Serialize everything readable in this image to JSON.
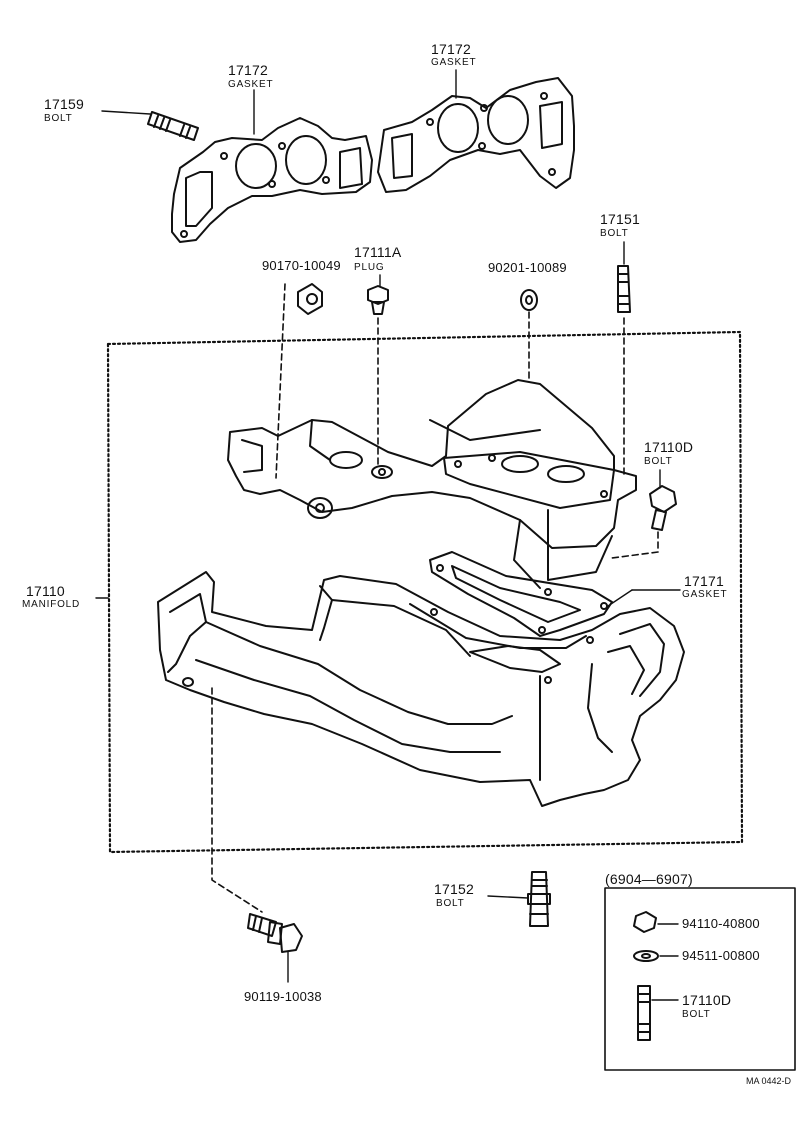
{
  "callouts": {
    "bolt_17159": {
      "number": "17159",
      "name": "BOLT"
    },
    "gasket_17172_left": {
      "number": "17172",
      "name": "GASKET"
    },
    "gasket_17172_right": {
      "number": "17172",
      "name": "GASKET"
    },
    "bolt_17151": {
      "number": "17151",
      "name": "BOLT"
    },
    "nut_90170": {
      "number": "90170-10049"
    },
    "plug_17111a": {
      "number": "17111A",
      "name": "PLUG"
    },
    "washer_90201": {
      "number": "90201-10089"
    },
    "bolt_17110d": {
      "number": "17110D",
      "name": "BOLT"
    },
    "manifold_17110": {
      "number": "17110",
      "name": "MANIFOLD"
    },
    "gasket_17171": {
      "number": "17171",
      "name": "GASKET"
    },
    "bolt_17152": {
      "number": "17152",
      "name": "BOLT"
    },
    "bolt_90119": {
      "number": "90119-10038"
    }
  },
  "inset": {
    "range": "(6904—6907)",
    "nut": {
      "number": "94110-40800"
    },
    "washer": {
      "number": "94511-00800"
    },
    "bolt": {
      "number": "17110D",
      "name": "BOLT"
    }
  },
  "drawing_ref": "MA 0442-D"
}
